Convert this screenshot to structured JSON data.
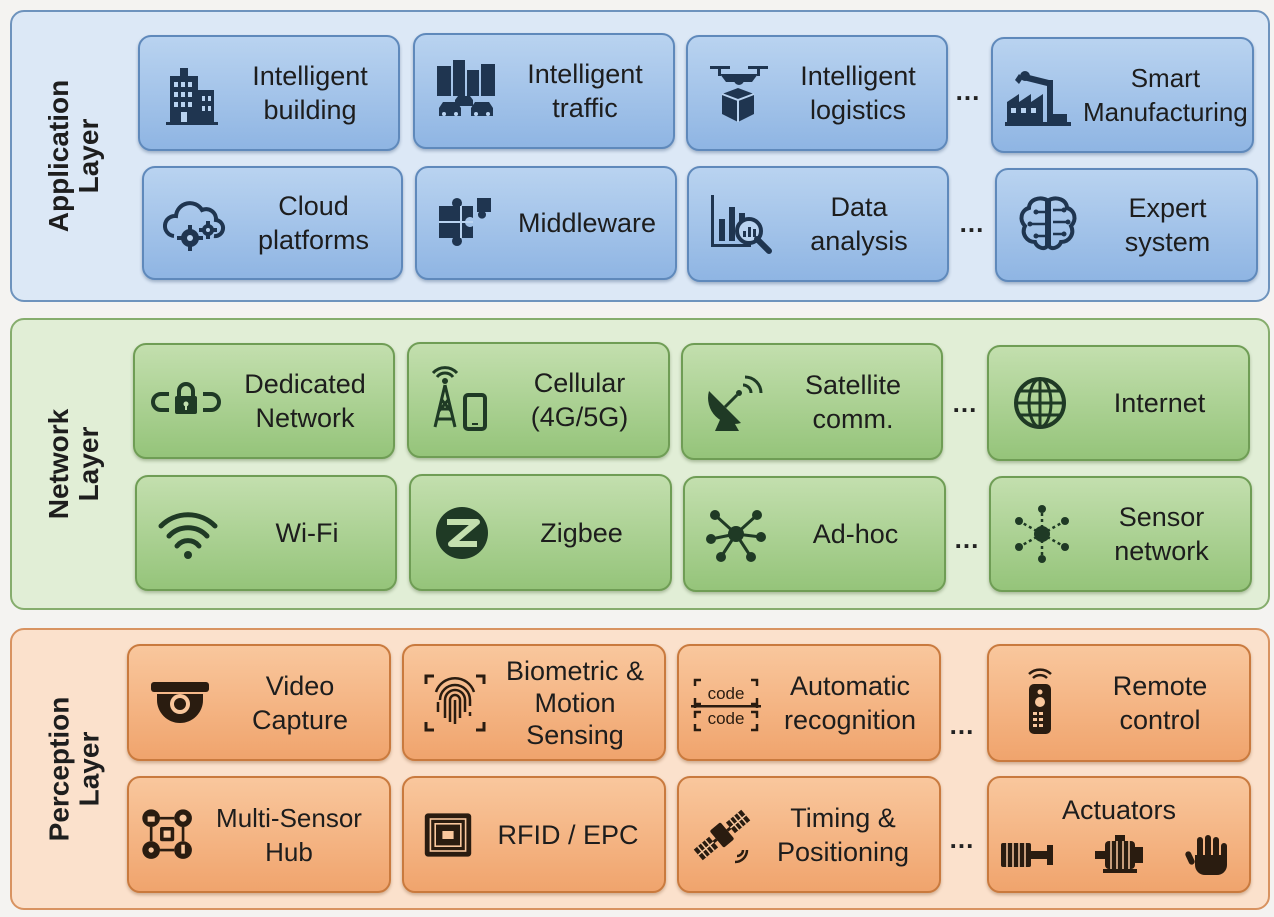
{
  "layers": {
    "application": {
      "title": "Application\nLayer",
      "row1": [
        "Intelligent\nbuilding",
        "Intelligent\ntraffic",
        "Intelligent\nlogistics",
        "Smart\nManufacturing"
      ],
      "row2": [
        "Cloud\nplatforms",
        "Middleware",
        "Data\nanalysis",
        "Expert\nsystem"
      ],
      "ellipsis": "..."
    },
    "network": {
      "title": "Network\nLayer",
      "row1": [
        "Dedicated\nNetwork",
        "Cellular\n(4G/5G)",
        "Satellite\ncomm.",
        "Internet"
      ],
      "row2": [
        "Wi-Fi",
        "Zigbee",
        "Ad-hoc",
        "Sensor\nnetwork"
      ],
      "ellipsis": "..."
    },
    "perception": {
      "title": "Perception\nLayer",
      "row1": [
        "Video\nCapture",
        "Biometric &\nMotion\nSensing",
        "Automatic\nrecognition",
        "Remote\ncontrol"
      ],
      "row2": [
        "Multi-Sensor\nHub",
        "RFID / EPC",
        "Timing &\nPositioning",
        "Actuators"
      ],
      "code_icon_text": "code",
      "ellipsis": "..."
    }
  },
  "colors": {
    "application_fill": "#dce8f6",
    "network_fill": "#e1eed6",
    "perception_fill": "#fbe1cc",
    "icon_dark": "#1f2f45"
  },
  "icons": {
    "application_row1": [
      "building-icon",
      "city-traffic-icon",
      "drone-package-icon",
      "robot-arm-factory-icon"
    ],
    "application_row2": [
      "cloud-gears-icon",
      "puzzle-icon",
      "chart-magnifier-icon",
      "brain-circuit-icon"
    ],
    "network_row1": [
      "lock-link-icon",
      "cell-tower-phone-icon",
      "satellite-dish-icon",
      "globe-icon"
    ],
    "network_row2": [
      "wifi-icon",
      "zigbee-icon",
      "adhoc-nodes-icon",
      "sensor-network-icon"
    ],
    "perception_row1": [
      "dome-camera-icon",
      "fingerprint-icon",
      "code-scan-icon",
      "remote-control-icon"
    ],
    "perception_row2": [
      "sensor-hub-icon",
      "rfid-chip-icon",
      "satellite-icon",
      "actuator-icons"
    ]
  }
}
